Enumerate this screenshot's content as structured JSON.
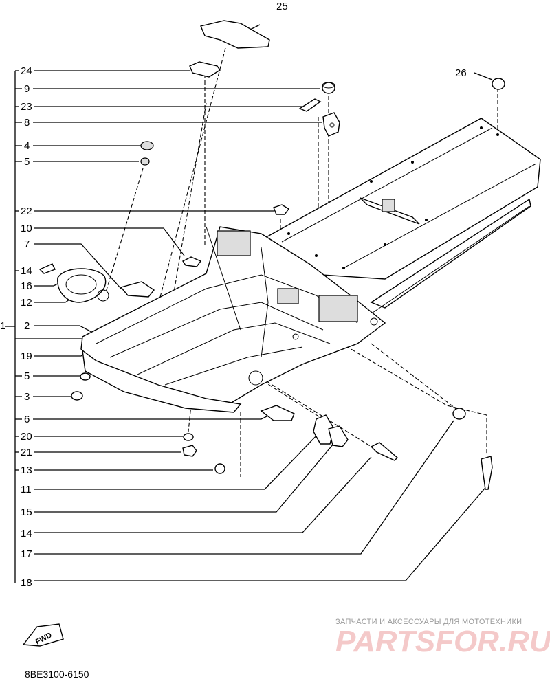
{
  "callouts": {
    "c1": "1",
    "c2": "2",
    "c3": "3",
    "c4": "4",
    "c5a": "5",
    "c5b": "5",
    "c6": "6",
    "c7": "7",
    "c8": "8",
    "c9": "9",
    "c10": "10",
    "c11": "11",
    "c12": "12",
    "c13": "13",
    "c14a": "14",
    "c14b": "14",
    "c15": "15",
    "c16": "16",
    "c17": "17",
    "c18": "18",
    "c19": "19",
    "c20": "20",
    "c21": "21",
    "c22": "22",
    "c23": "23",
    "c24": "24",
    "c25": "25",
    "c26": "26"
  },
  "fwd_label": "FWD",
  "catalog_code": "8BE3100-6150",
  "watermark": {
    "tagline": "ЗАПЧАСТИ И АКСЕССУАРЫ ДЛЯ МОТОТЕХНИКИ",
    "logo": "PARTSFOR.RU"
  }
}
